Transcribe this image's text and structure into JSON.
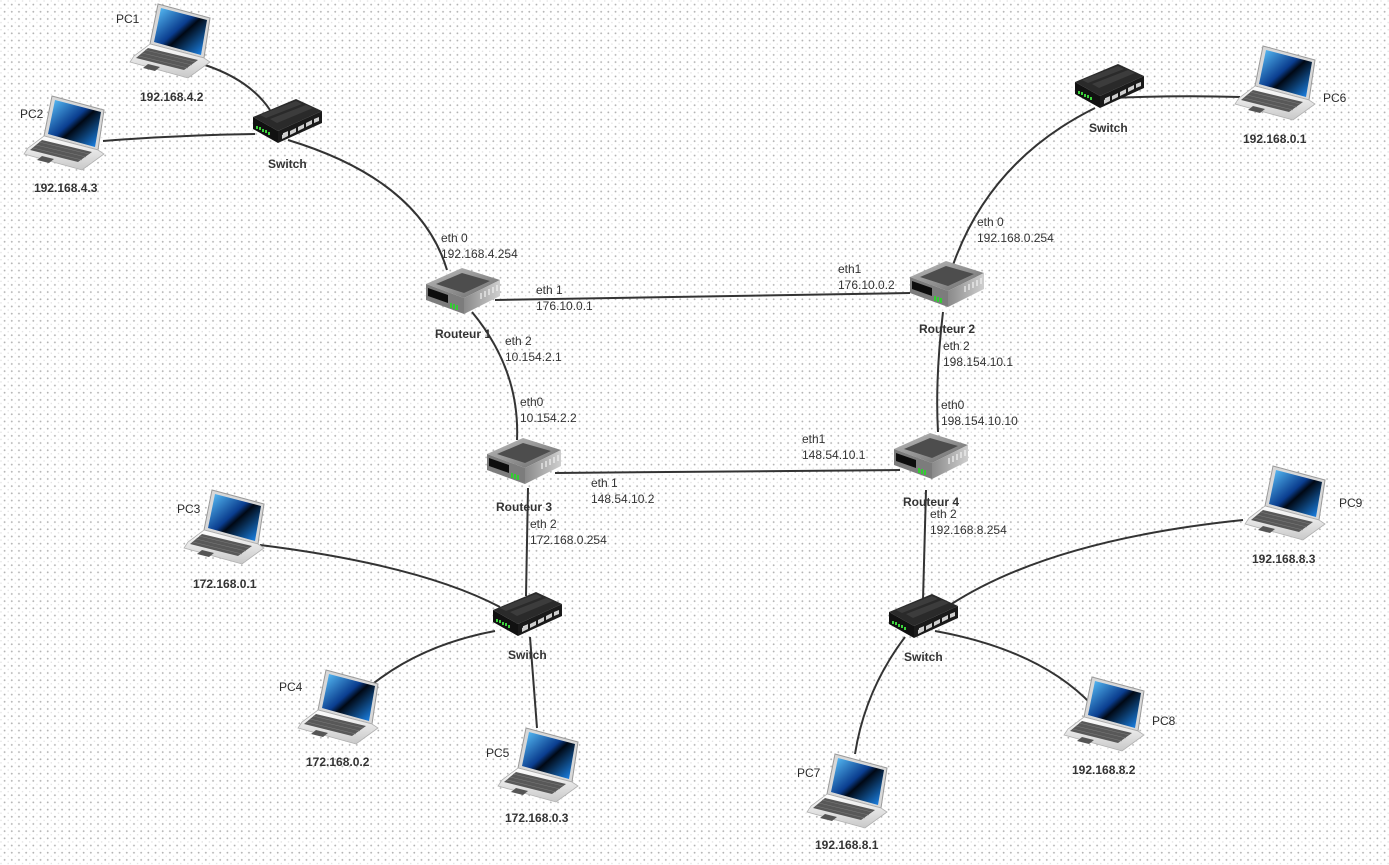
{
  "diagram": {
    "type": "network-topology",
    "background": "dotted-grid",
    "colors": {
      "link": "#333333",
      "screen": "#1e7fd6",
      "router_body": "#707070",
      "switch_body": "#1e1e1e",
      "led": "#33cc33"
    },
    "pcs": [
      {
        "id": "pc1",
        "name": "PC1",
        "ip": "192.168.4.2",
        "icon": "laptop-icon"
      },
      {
        "id": "pc2",
        "name": "PC2",
        "ip": "192.168.4.3",
        "icon": "laptop-icon"
      },
      {
        "id": "pc3",
        "name": "PC3",
        "ip": "172.168.0.1",
        "icon": "laptop-icon"
      },
      {
        "id": "pc4",
        "name": "PC4",
        "ip": "172.168.0.2",
        "icon": "laptop-icon"
      },
      {
        "id": "pc5",
        "name": "PC5",
        "ip": "172.168.0.3",
        "icon": "laptop-icon"
      },
      {
        "id": "pc6",
        "name": "PC6",
        "ip": "192.168.0.1",
        "icon": "laptop-icon"
      },
      {
        "id": "pc7",
        "name": "PC7",
        "ip": "192.168.8.1",
        "icon": "laptop-icon"
      },
      {
        "id": "pc8",
        "name": "PC8",
        "ip": "192.168.8.2",
        "icon": "laptop-icon"
      },
      {
        "id": "pc9",
        "name": "PC9",
        "ip": "192.168.8.3",
        "icon": "laptop-icon"
      }
    ],
    "switches": [
      {
        "id": "sw1",
        "name": "Switch",
        "icon": "switch-icon"
      },
      {
        "id": "sw2",
        "name": "Switch",
        "icon": "switch-icon"
      },
      {
        "id": "sw3",
        "name": "Switch",
        "icon": "switch-icon"
      },
      {
        "id": "sw4",
        "name": "Switch",
        "icon": "switch-icon"
      }
    ],
    "routers": [
      {
        "id": "r1",
        "name": "Routeur 1",
        "icon": "router-icon"
      },
      {
        "id": "r2",
        "name": "Routeur 2",
        "icon": "router-icon"
      },
      {
        "id": "r3",
        "name": "Routeur 3",
        "icon": "router-icon"
      },
      {
        "id": "r4",
        "name": "Routeur 4",
        "icon": "router-icon"
      }
    ],
    "interfaces": [
      {
        "router": "r1",
        "iface": "eth 0",
        "ip": "192.168.4.254"
      },
      {
        "router": "r1",
        "iface": "eth 1",
        "ip": "176.10.0.1"
      },
      {
        "router": "r1",
        "iface": "eth 2",
        "ip": "10.154.2.1"
      },
      {
        "router": "r2",
        "iface": "eth 0",
        "ip": "192.168.0.254"
      },
      {
        "router": "r2",
        "iface": "eth1",
        "ip": "176.10.0.2"
      },
      {
        "router": "r2",
        "iface": "eth 2",
        "ip": "198.154.10.1"
      },
      {
        "router": "r3",
        "iface": "eth0",
        "ip": "10.154.2.2"
      },
      {
        "router": "r3",
        "iface": "eth 1",
        "ip": "148.54.10.2"
      },
      {
        "router": "r3",
        "iface": "eth 2",
        "ip": "172.168.0.254"
      },
      {
        "router": "r4",
        "iface": "eth0",
        "ip": "198.154.10.10"
      },
      {
        "router": "r4",
        "iface": "eth1",
        "ip": "148.54.10.1"
      },
      {
        "router": "r4",
        "iface": "eth 2",
        "ip": "192.168.8.254"
      }
    ],
    "links": [
      [
        "pc1",
        "sw1"
      ],
      [
        "pc2",
        "sw1"
      ],
      [
        "sw1",
        "r1"
      ],
      [
        "pc6",
        "sw2"
      ],
      [
        "sw2",
        "r2"
      ],
      [
        "r1",
        "r2"
      ],
      [
        "r1",
        "r3"
      ],
      [
        "r2",
        "r4"
      ],
      [
        "r3",
        "r4"
      ],
      [
        "r3",
        "sw3"
      ],
      [
        "pc3",
        "sw3"
      ],
      [
        "pc4",
        "sw3"
      ],
      [
        "pc5",
        "sw3"
      ],
      [
        "r4",
        "sw4"
      ],
      [
        "pc7",
        "sw4"
      ],
      [
        "pc8",
        "sw4"
      ],
      [
        "pc9",
        "sw4"
      ]
    ]
  }
}
